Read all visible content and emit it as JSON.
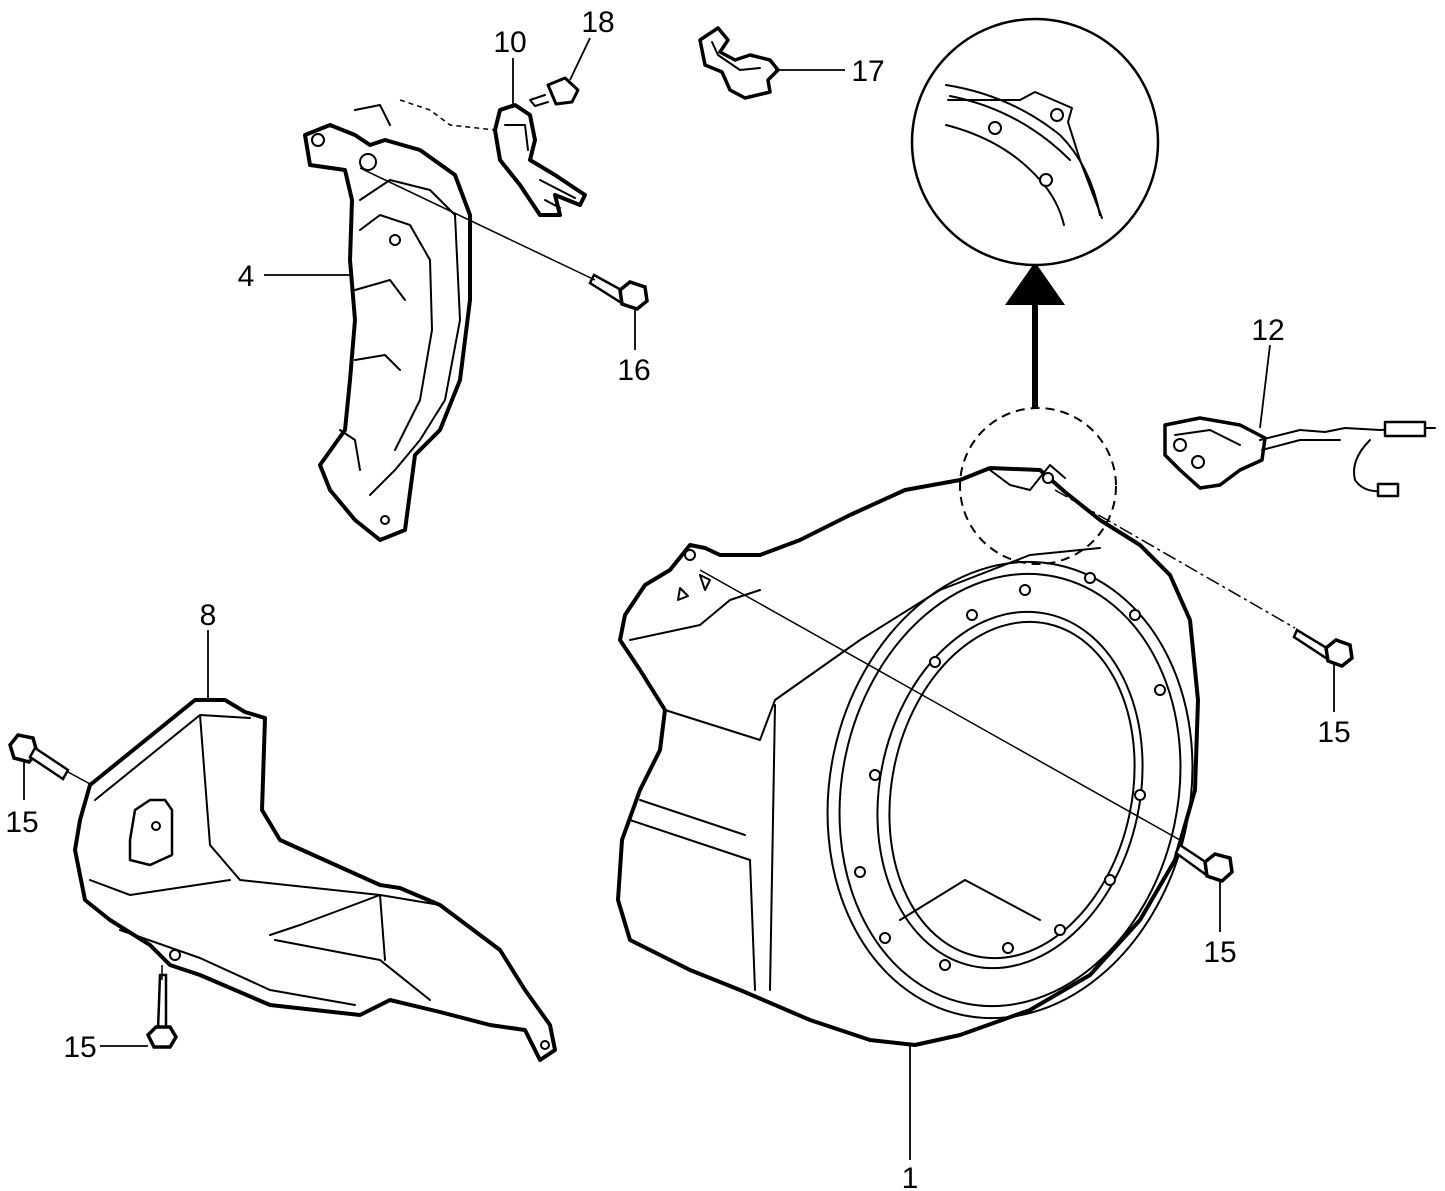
{
  "callouts": {
    "c1": "1",
    "c4": "4",
    "c8": "8",
    "c10": "10",
    "c12": "12",
    "c15_right_upper": "15",
    "c15_right_lower": "15",
    "c15_left_upper": "15",
    "c15_left_lower": "15",
    "c16": "16",
    "c17": "17",
    "c18": "18"
  }
}
